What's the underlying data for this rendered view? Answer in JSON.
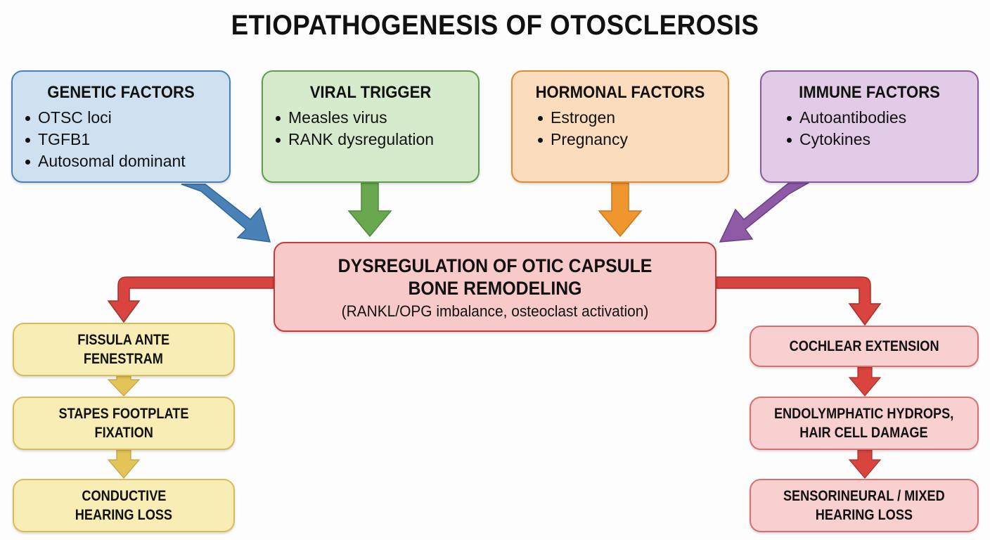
{
  "title": "ETIOPATHOGENESIS OF OTOSCLEROSIS",
  "factors": {
    "genetic": {
      "heading": "GENETIC FACTORS",
      "items": [
        "OTSC loci",
        "TGFB1",
        "Autosomal dominant"
      ],
      "color": "#4a82b8"
    },
    "viral": {
      "heading": "VIRAL TRIGGER",
      "items": [
        "Measles virus",
        "RANK dysregulation"
      ],
      "color": "#5e9e4a"
    },
    "hormonal": {
      "heading": "HORMONAL FACTORS",
      "items": [
        "Estrogen",
        "Pregnancy"
      ],
      "color": "#e08a32"
    },
    "immune": {
      "heading": "IMMUNE FACTORS",
      "items": [
        "Autoantibodies",
        "Cytokines"
      ],
      "color": "#8a58a0"
    }
  },
  "center": {
    "line1": "DYSREGULATION OF OTIC CAPSULE",
    "line2": "BONE REMODELING",
    "subtitle": "(RANKL/OPG imbalance, osteoclast activation)",
    "color": "#c93a3a"
  },
  "left_pathway": {
    "steps": [
      {
        "line1": "FISSULA ANTE",
        "line2": "FENESTRAM"
      },
      {
        "line1": "STAPES FOOTPLATE",
        "line2": "FIXATION"
      },
      {
        "line1": "CONDUCTIVE",
        "line2": "HEARING LOSS"
      }
    ],
    "color": "#d8bc5a"
  },
  "right_pathway": {
    "steps": [
      {
        "line1": "COCHLEAR EXTENSION",
        "line2": ""
      },
      {
        "line1": "ENDOLYMPHATIC HYDROPS,",
        "line2": "HAIR CELL DAMAGE"
      },
      {
        "line1": "SENSORINEURAL / MIXED",
        "line2": "HEARING LOSS"
      }
    ],
    "color": "#c93a3a"
  }
}
